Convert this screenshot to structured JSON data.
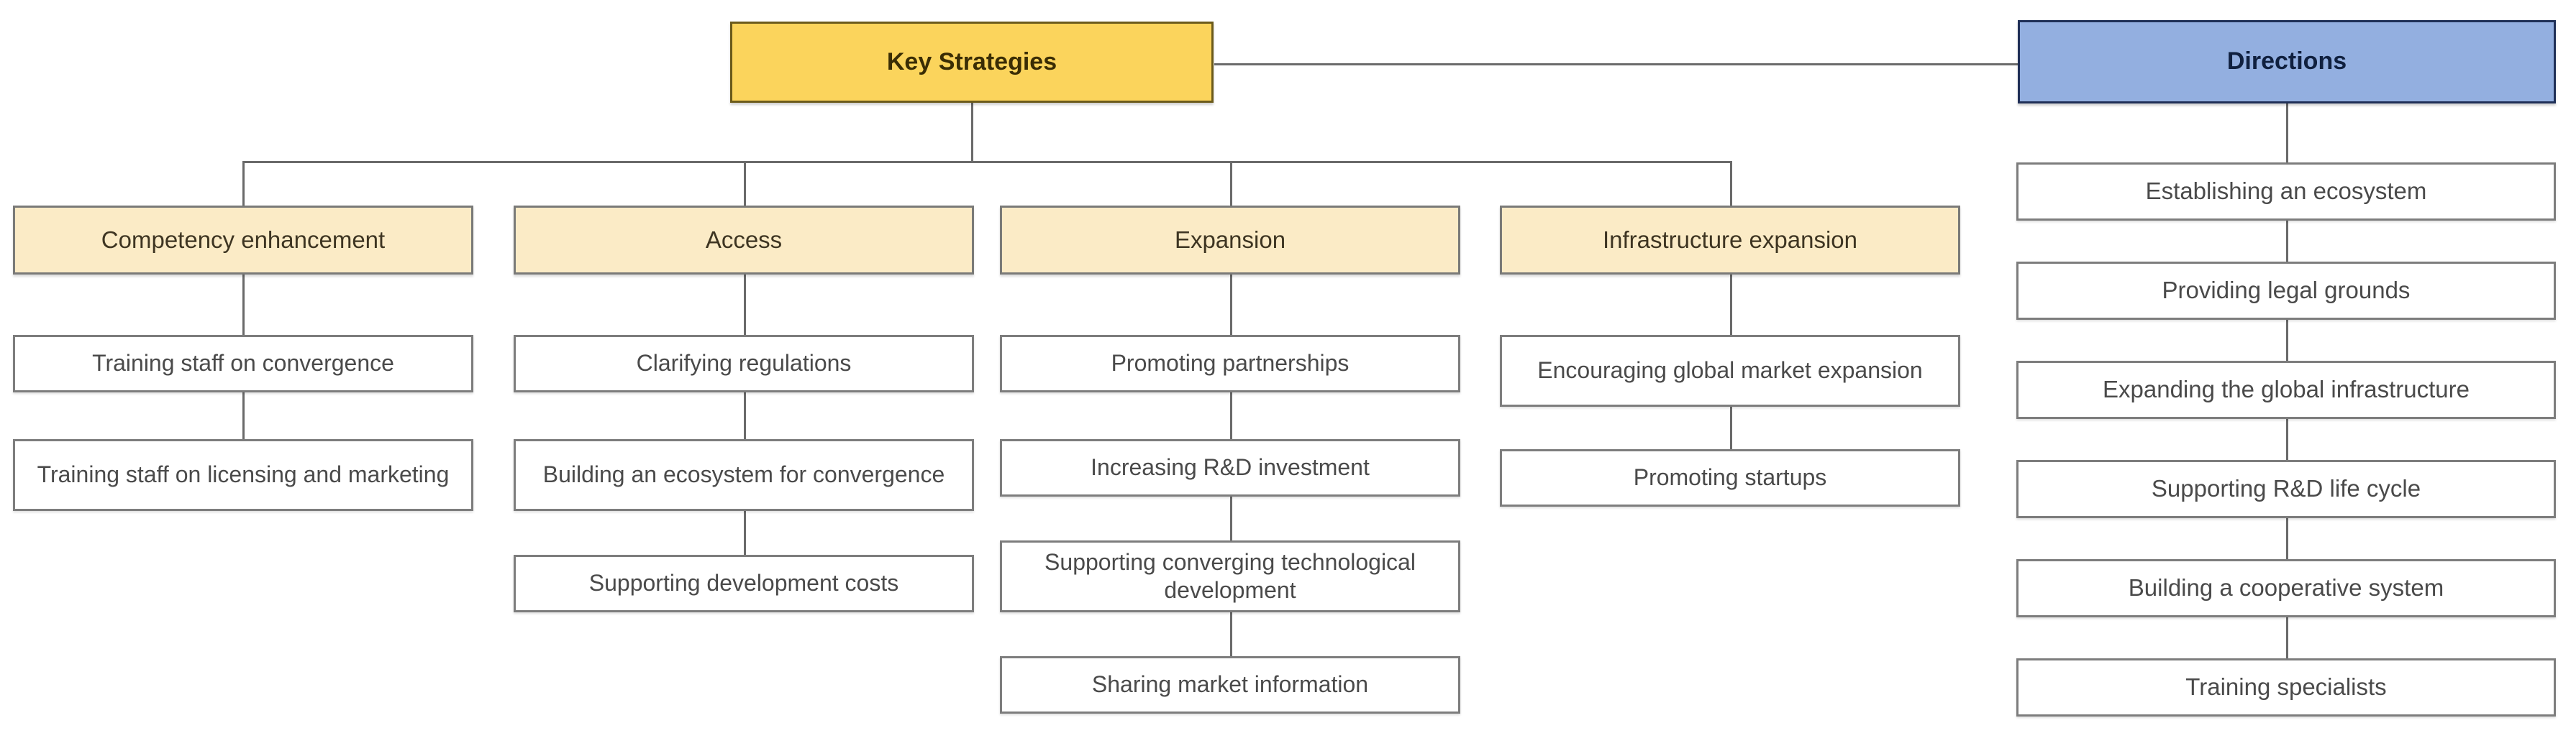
{
  "diagram": {
    "type": "org-chart",
    "roots": {
      "strategies": {
        "label": "Key Strategies",
        "fill": "#FBD45C",
        "border": "#6B5A1B",
        "text_color": "#3A2D05"
      },
      "directions": {
        "label": "Directions",
        "fill": "#93AFE0",
        "border": "#1F2F57",
        "text_color": "#10203F"
      }
    },
    "category_style": {
      "fill": "#FBEBC6",
      "border": "#7A7A78",
      "text_color": "#3E3522"
    },
    "leaf_style": {
      "fill": "#FFFFFF",
      "border": "#7D7D7D",
      "text_color": "#4A4A4A"
    },
    "connector_color": "#6A6A6A",
    "columns": [
      {
        "id": "competency-enhancement",
        "header": "Competency enhancement",
        "items": [
          "Training staff on convergence",
          "Training staff on licensing and marketing"
        ]
      },
      {
        "id": "access",
        "header": "Access",
        "items": [
          "Clarifying regulations",
          "Building an ecosystem for convergence",
          "Supporting development costs"
        ]
      },
      {
        "id": "expansion",
        "header": "Expansion",
        "items": [
          "Promoting partnerships",
          "Increasing R&D investment",
          "Supporting converging technological development",
          "Sharing market information"
        ]
      },
      {
        "id": "infrastructure-expansion",
        "header": "Infrastructure expansion",
        "items": [
          "Encouraging global market expansion",
          "Promoting startups"
        ]
      }
    ],
    "directions_items": [
      "Establishing an ecosystem",
      "Providing legal grounds",
      "Expanding the global infrastructure",
      "Supporting R&D life cycle",
      "Building a cooperative system",
      "Training specialists"
    ]
  }
}
